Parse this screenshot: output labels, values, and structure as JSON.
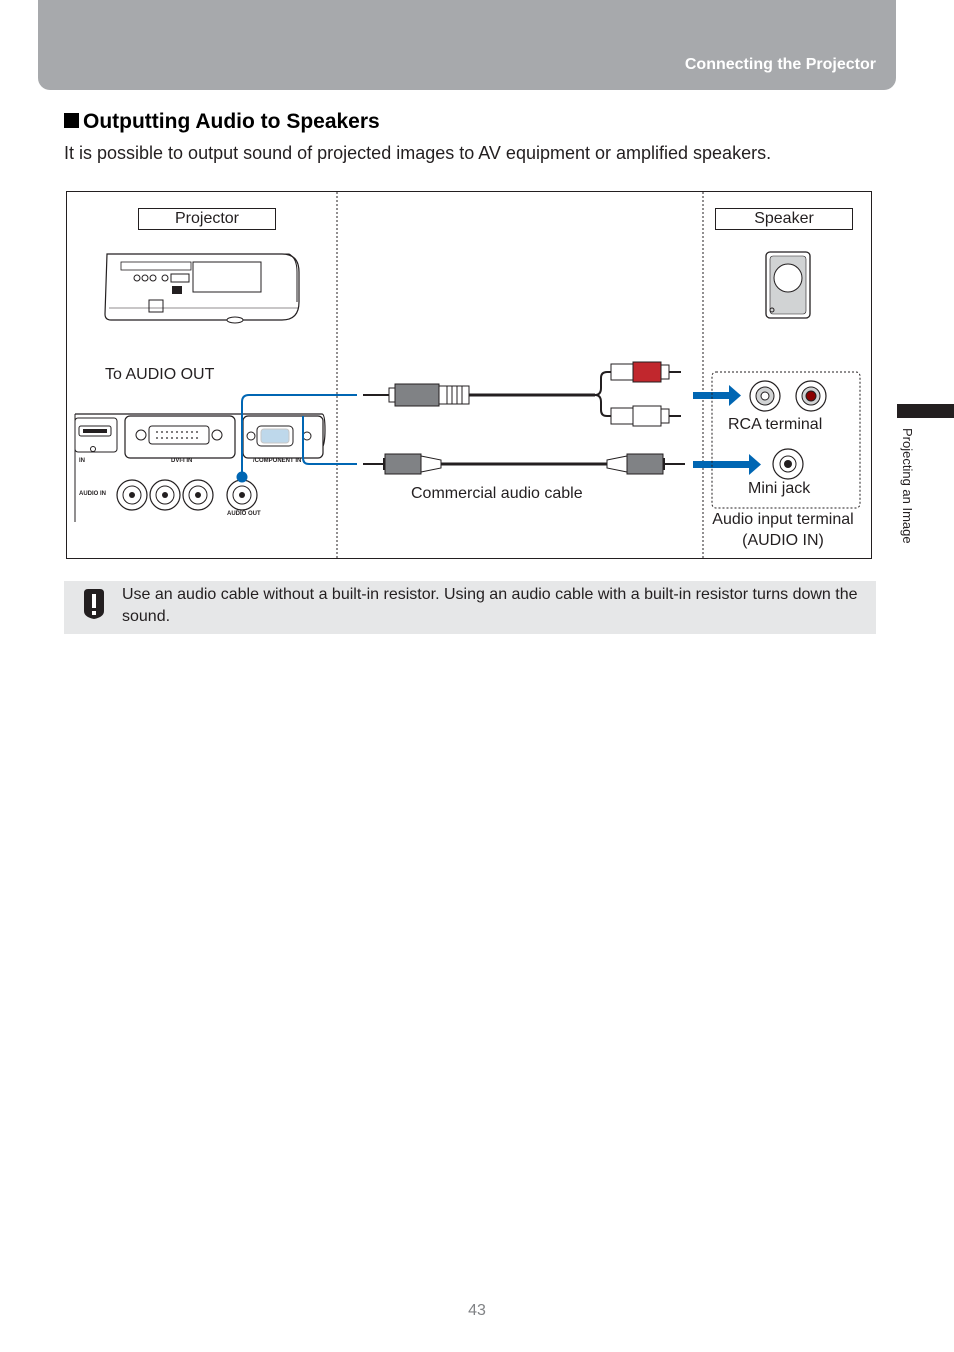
{
  "header": {
    "section": "Connecting the Projector"
  },
  "section": {
    "title": "Outputting Audio to Speakers",
    "intro": "It is possible to output sound of projected images to AV equipment or amplified speakers."
  },
  "diagram": {
    "projector_label": "Projector",
    "speaker_label": "Speaker",
    "to_audio_out": "To AUDIO OUT",
    "cable_label": "Commercial audio cable",
    "rca_label": "RCA terminal",
    "mini_jack_label": "Mini jack",
    "audio_input_label_line1": "Audio input terminal",
    "audio_input_label_line2": "(AUDIO IN)",
    "panel": {
      "hdmi_in": "IN",
      "dvi_in": "DVI-I IN",
      "component_in": "/COMPONENT IN",
      "audio_in": "AUDIO IN",
      "audio_out": "AUDIO OUT"
    },
    "cable_color": "#0066b3"
  },
  "caution": {
    "text": "Use an audio cable without a built-in resistor. Using an audio cable with a built-in resistor turns down the sound."
  },
  "side_tab": {
    "label": "Projecting an Image"
  },
  "page_number": "43"
}
